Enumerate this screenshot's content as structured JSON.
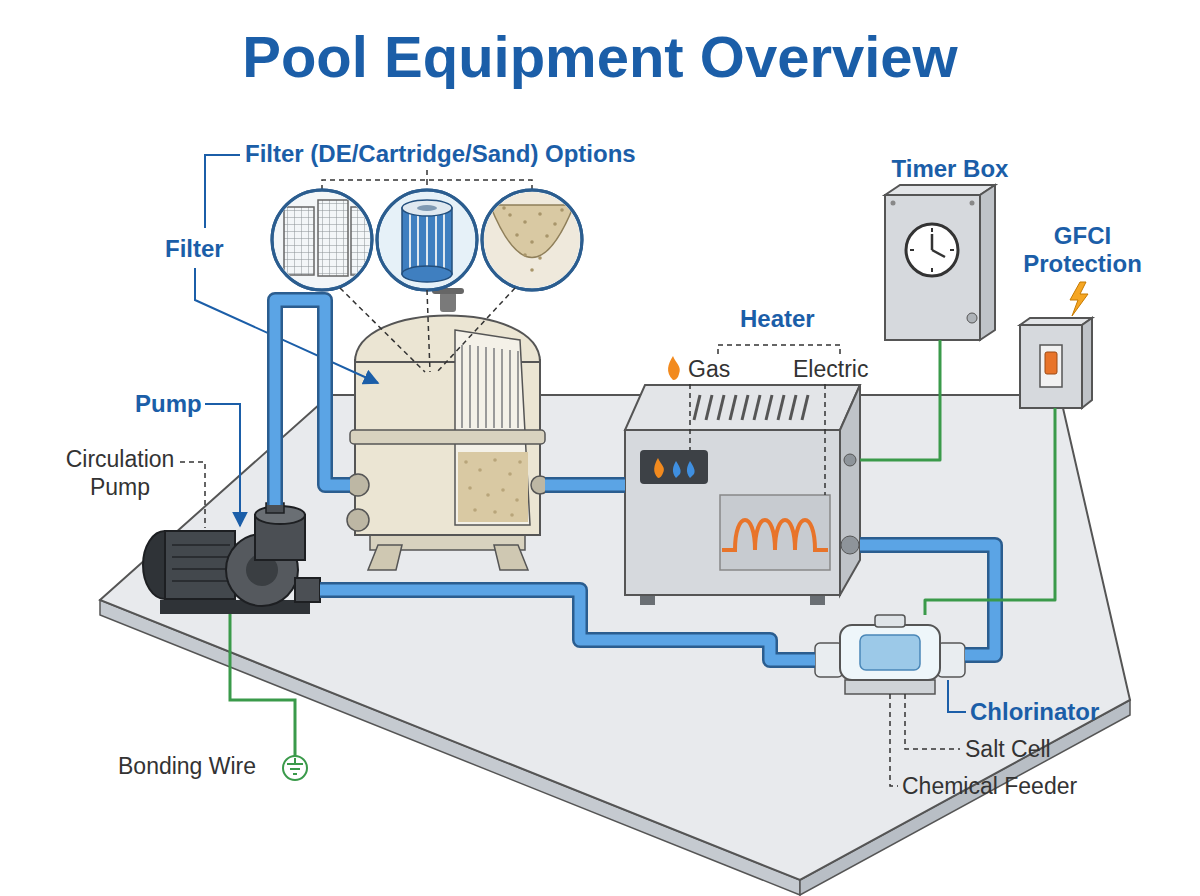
{
  "diagram": {
    "title": "Pool Equipment Overview",
    "nodes": [
      {
        "text": [
          "Pump",
          "Circulation Pump"
        ]
      },
      {
        "text": [
          "Filter"
        ]
      },
      {
        "text": [
          "Heater",
          "Gas",
          "Electric"
        ]
      },
      {
        "text": [
          "Timer Box"
        ]
      },
      {
        "text": [
          "GFCI Protection"
        ]
      },
      {
        "text": [
          "Chlorinator",
          "Salt Cell",
          "Chemical Feeder"
        ]
      }
    ],
    "edges": [
      {
        "from": 0,
        "to": 1,
        "arrow": "none"
      },
      {
        "from": 1,
        "to": 2,
        "arrow": "none"
      },
      {
        "from": 2,
        "to": 5,
        "arrow": "none"
      },
      {
        "from": 0,
        "to": 5,
        "arrow": "none"
      },
      {
        "from": 3,
        "to": 2,
        "arrow": "none"
      },
      {
        "from": 4,
        "to": 5,
        "arrow": "none"
      }
    ],
    "labels": [
      "Filter (DE/Cartridge/Sand) Options",
      "Bonding Wire"
    ]
  }
}
